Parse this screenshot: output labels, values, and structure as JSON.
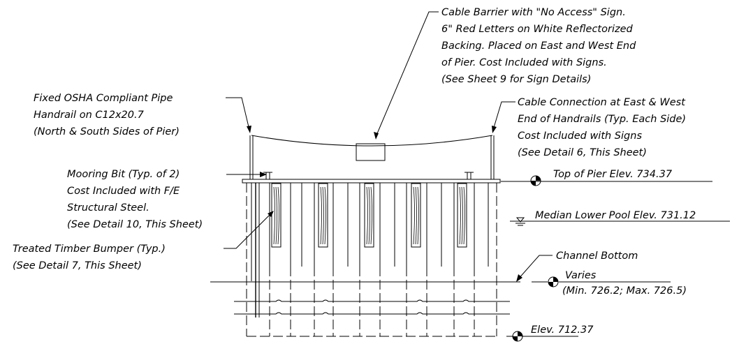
{
  "callouts": {
    "cable_barrier": [
      "Cable Barrier with \"No Access\" Sign.",
      "6\" Red Letters on White Reflectorized",
      "Backing. Placed on East and West End",
      "of Pier. Cost Included with Signs.",
      "(See Sheet 9 for Sign Details)"
    ],
    "handrail": [
      "Fixed OSHA Compliant Pipe",
      "Handrail on C12x20.7",
      "(North & South Sides of Pier)"
    ],
    "cable_connection": [
      "Cable Connection at East & West",
      "End of Handrails (Typ. Each Side)",
      "Cost Included with Signs",
      "(See Detail 6, This Sheet)"
    ],
    "mooring_bit": [
      "Mooring Bit (Typ. of 2)",
      "Cost Included with F/E",
      "Structural Steel.",
      "(See Detail 10, This Sheet)"
    ],
    "timber_bumper": [
      "Treated Timber Bumper (Typ.)",
      "(See Detail 7, This Sheet)"
    ]
  },
  "elevations": {
    "top_of_pier": "Top of Pier Elev. 734.37",
    "median_pool": "Median Lower Pool Elev. 731.12",
    "channel_bottom": "Channel Bottom",
    "varies": "Varies",
    "varies_range": "(Min. 726.2; Max. 726.5)",
    "pile_tip": "Elev. 712.37"
  }
}
